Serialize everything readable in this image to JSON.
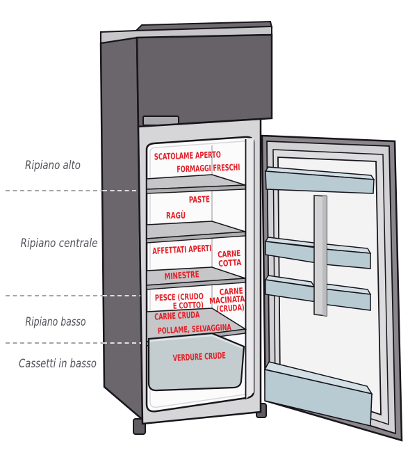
{
  "annotations": {
    "sections": [
      {
        "id": "top-shelf",
        "label": "Ripiano alto"
      },
      {
        "id": "central-shelf",
        "label": "Ripiano centrale"
      },
      {
        "id": "bottom-shelf",
        "label": "Ripiano basso"
      },
      {
        "id": "bottom-drawers",
        "label": "Cassetti in basso"
      }
    ]
  },
  "contents": {
    "top_shelf": {
      "scatolame": "SCATOLAME APERTO",
      "formaggi": "FORMAGGI FRESCHI"
    },
    "upper_middle_shelf": {
      "paste": "PASTE",
      "ragu": "RAGÙ"
    },
    "central_shelf": {
      "affettati": "AFFETTATI APERTI",
      "carne_cotta": [
        "CARNE",
        "COTTA"
      ],
      "minestre": "MINESTRE"
    },
    "bottom_shelf": {
      "pesce": [
        "PESCE (CRUDO",
        "E COTTO)"
      ],
      "carne_macinata": [
        "CARNE",
        "MACINATA",
        "(CRUDA)"
      ],
      "carne_cruda": "CARNE CRUDA",
      "pollame": "POLLAME, SELVAGGINA"
    },
    "drawer": {
      "verdure": "VERDURE CRUDE"
    }
  },
  "colors": {
    "food_label_red": "#e32027",
    "annotation_text_gray": "#55525a",
    "cabinet_body_gray": "#6b666c",
    "cabinet_top_gray": "#c7c6c8",
    "shelf_gray": "#c6c5c7",
    "door_bin_blue": "#b9cbd2",
    "drawer_blue": "#c3ccce",
    "outline_black": "#19161b"
  }
}
